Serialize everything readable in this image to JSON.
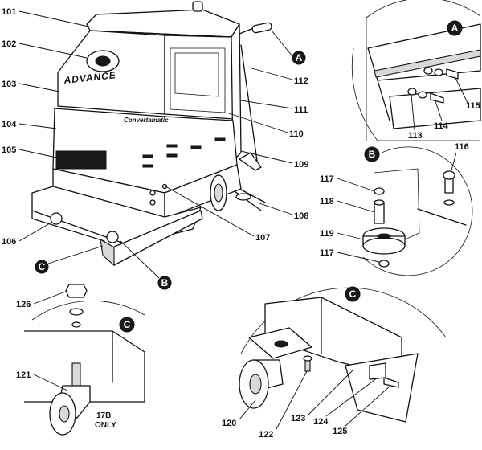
{
  "machine": {
    "brand_badge": "ADVANCE",
    "model_script": "Convertamatic"
  },
  "part_numbers": {
    "p101": "101",
    "p102": "102",
    "p103": "103",
    "p104": "104",
    "p105": "105",
    "p106": "106",
    "p107": "107",
    "p108": "108",
    "p109": "109",
    "p110": "110",
    "p111": "111",
    "p112": "112",
    "p113": "113",
    "p114": "114",
    "p115": "115",
    "p116": "116",
    "p117": "117",
    "p118": "118",
    "p119": "119",
    "p120": "120",
    "p121": "121",
    "p122": "122",
    "p123": "123",
    "p124": "124",
    "p125": "125",
    "p126": "126"
  },
  "callouts": {
    "a": "A",
    "b": "B",
    "c": "C"
  },
  "notes": {
    "model_line1": "17B",
    "model_line2": "ONLY"
  },
  "colors": {
    "ink": "#111111",
    "paper": "#ffffff",
    "shade": "#d9d9d9"
  }
}
